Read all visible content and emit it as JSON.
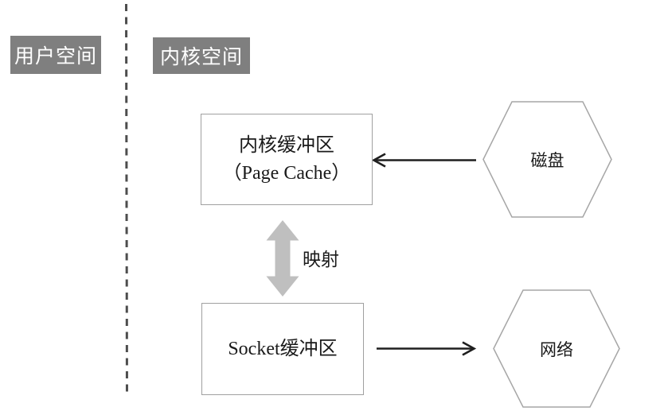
{
  "regions": {
    "user_space": {
      "label": "用户空间"
    },
    "kernel_space": {
      "label": "内核空间"
    }
  },
  "nodes": {
    "page_cache": {
      "title": "内核缓冲区",
      "subtitle": "（Page Cache）",
      "shape": "rectangle"
    },
    "socket_buffer": {
      "title": "Socket缓冲区",
      "shape": "rectangle"
    },
    "disk": {
      "title": "磁盘",
      "shape": "hexagon"
    },
    "network": {
      "title": "网络",
      "shape": "hexagon"
    }
  },
  "edges": {
    "disk_to_page_cache": {
      "from": "磁盘",
      "to": "内核缓冲区（Page Cache）",
      "direction": "left",
      "style": "open-arrowhead"
    },
    "socket_to_network": {
      "from": "Socket缓冲区",
      "to": "网络",
      "direction": "right",
      "style": "open-arrowhead"
    },
    "mapping": {
      "label": "映射",
      "between": [
        "内核缓冲区（Page Cache）",
        "Socket缓冲区"
      ],
      "style": "thick-double-headed-arrow"
    }
  },
  "divider": {
    "style": "dashed-vertical-line",
    "separates": [
      "用户空间",
      "内核空间"
    ]
  },
  "colors": {
    "background": "#ffffff",
    "region_label_bg": "#7f7f7f",
    "region_label_text": "#ffffff",
    "node_border": "#a0a0a0",
    "hexagon_border": "#a6a6a6",
    "arrow": "#1f1f1f",
    "double_arrow_fill": "#bfbfbf",
    "divider_line": "#4d4d4d",
    "text": "#1a1a1a"
  }
}
